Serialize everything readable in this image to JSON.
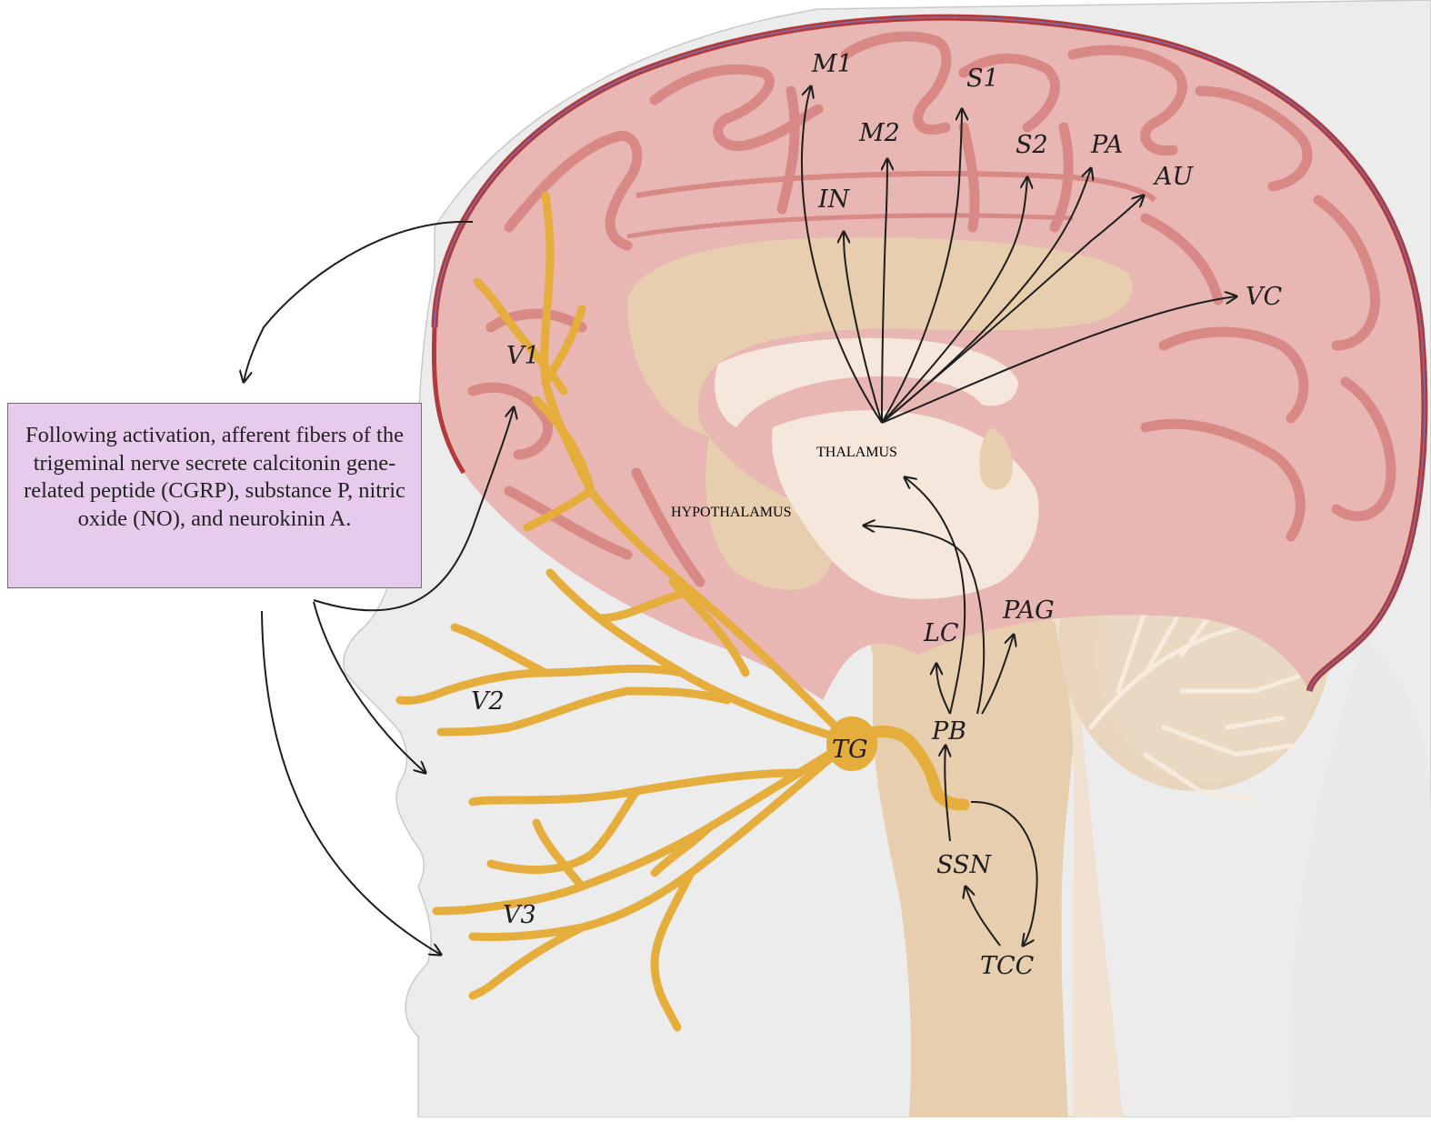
{
  "note": {
    "text": "Following activation, afferent fibers of the trigeminal nerve secrete calcitonin gene-related peptide (CGRP), substance P, nitric oxide (NO), and neurokinin A."
  },
  "labels": {
    "m1": "M1",
    "s1": "S1",
    "m2": "M2",
    "s2": "S2",
    "pa": "PA",
    "au": "AU",
    "in": "IN",
    "vc": "VC",
    "thalamus_cap": "T",
    "thalamus_rest": "HALAMUS",
    "hypothalamus_cap": "H",
    "hypothalamus_rest": "YPOTHALAMUS",
    "v1": "V1",
    "v2": "V2",
    "v3": "V3",
    "tg": "TG",
    "lc": "LC",
    "pag": "PAG",
    "pb": "PB",
    "ssn": "SSN",
    "tcc": "TCC"
  },
  "colors": {
    "skin": "#ececec",
    "skin_outline": "#c9c9c9",
    "brain": "#e8b7b3",
    "sulci": "#d98985",
    "meninges": "#b33a3a",
    "deep": "#e7ceae",
    "deep_light": "#f6e7dc",
    "nerve": "#e5ad3c",
    "arrow": "#1e1e1e",
    "note_bg": "#e6cbed"
  }
}
